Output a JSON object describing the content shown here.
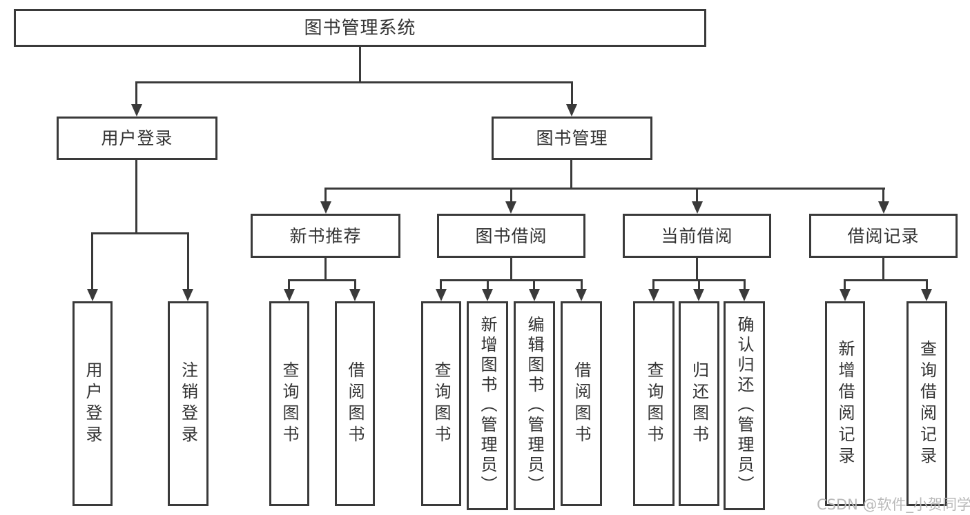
{
  "diagram": {
    "title": "图书管理系统",
    "type": "hierarchy-tree",
    "colors": {
      "line": "#3a3a3a",
      "box_border": "#3a3a3a",
      "box_fill": "#ffffff",
      "text": "#333333",
      "watermark": "#b9b9b9",
      "background": "#ffffff"
    },
    "watermark": "CSDN @软件_小贺同学"
  },
  "nodes": {
    "root": {
      "label": "图书管理系统"
    },
    "user_login_group": {
      "label": "用户登录"
    },
    "book_mgmt": {
      "label": "图书管理"
    },
    "user_login": {
      "label": "用户登录"
    },
    "logout": {
      "label": "注销登录"
    },
    "new_book_rec": {
      "label": "新书推荐"
    },
    "book_borrow": {
      "label": "图书借阅"
    },
    "current_borrow": {
      "label": "当前借阅"
    },
    "borrow_records": {
      "label": "借阅记录"
    },
    "nbr_query": {
      "label": "查询图书"
    },
    "nbr_borrow": {
      "label": "借阅图书"
    },
    "bb_query": {
      "label": "查询图书"
    },
    "bb_add": {
      "label": "新增图书（管理员）"
    },
    "bb_edit": {
      "label": "编辑图书（管理员）"
    },
    "bb_borrow": {
      "label": "借阅图书"
    },
    "cb_query": {
      "label": "查询图书"
    },
    "cb_return": {
      "label": "归还图书"
    },
    "cb_confirm": {
      "label": "确认归还（管理员）"
    },
    "br_add": {
      "label": "新增借阅记录"
    },
    "br_query": {
      "label": "查询借阅记录"
    }
  },
  "edges": [
    {
      "from": "root",
      "to": "user_login_group"
    },
    {
      "from": "root",
      "to": "book_mgmt"
    },
    {
      "from": "user_login_group",
      "to": "user_login"
    },
    {
      "from": "user_login_group",
      "to": "logout"
    },
    {
      "from": "book_mgmt",
      "to": "new_book_rec"
    },
    {
      "from": "book_mgmt",
      "to": "book_borrow"
    },
    {
      "from": "book_mgmt",
      "to": "current_borrow"
    },
    {
      "from": "book_mgmt",
      "to": "borrow_records"
    },
    {
      "from": "new_book_rec",
      "to": "nbr_query"
    },
    {
      "from": "new_book_rec",
      "to": "nbr_borrow"
    },
    {
      "from": "book_borrow",
      "to": "bb_query"
    },
    {
      "from": "book_borrow",
      "to": "bb_add"
    },
    {
      "from": "book_borrow",
      "to": "bb_edit"
    },
    {
      "from": "book_borrow",
      "to": "bb_borrow"
    },
    {
      "from": "current_borrow",
      "to": "cb_query"
    },
    {
      "from": "current_borrow",
      "to": "cb_return"
    },
    {
      "from": "current_borrow",
      "to": "cb_confirm"
    },
    {
      "from": "borrow_records",
      "to": "br_add"
    },
    {
      "from": "borrow_records",
      "to": "br_query"
    }
  ]
}
